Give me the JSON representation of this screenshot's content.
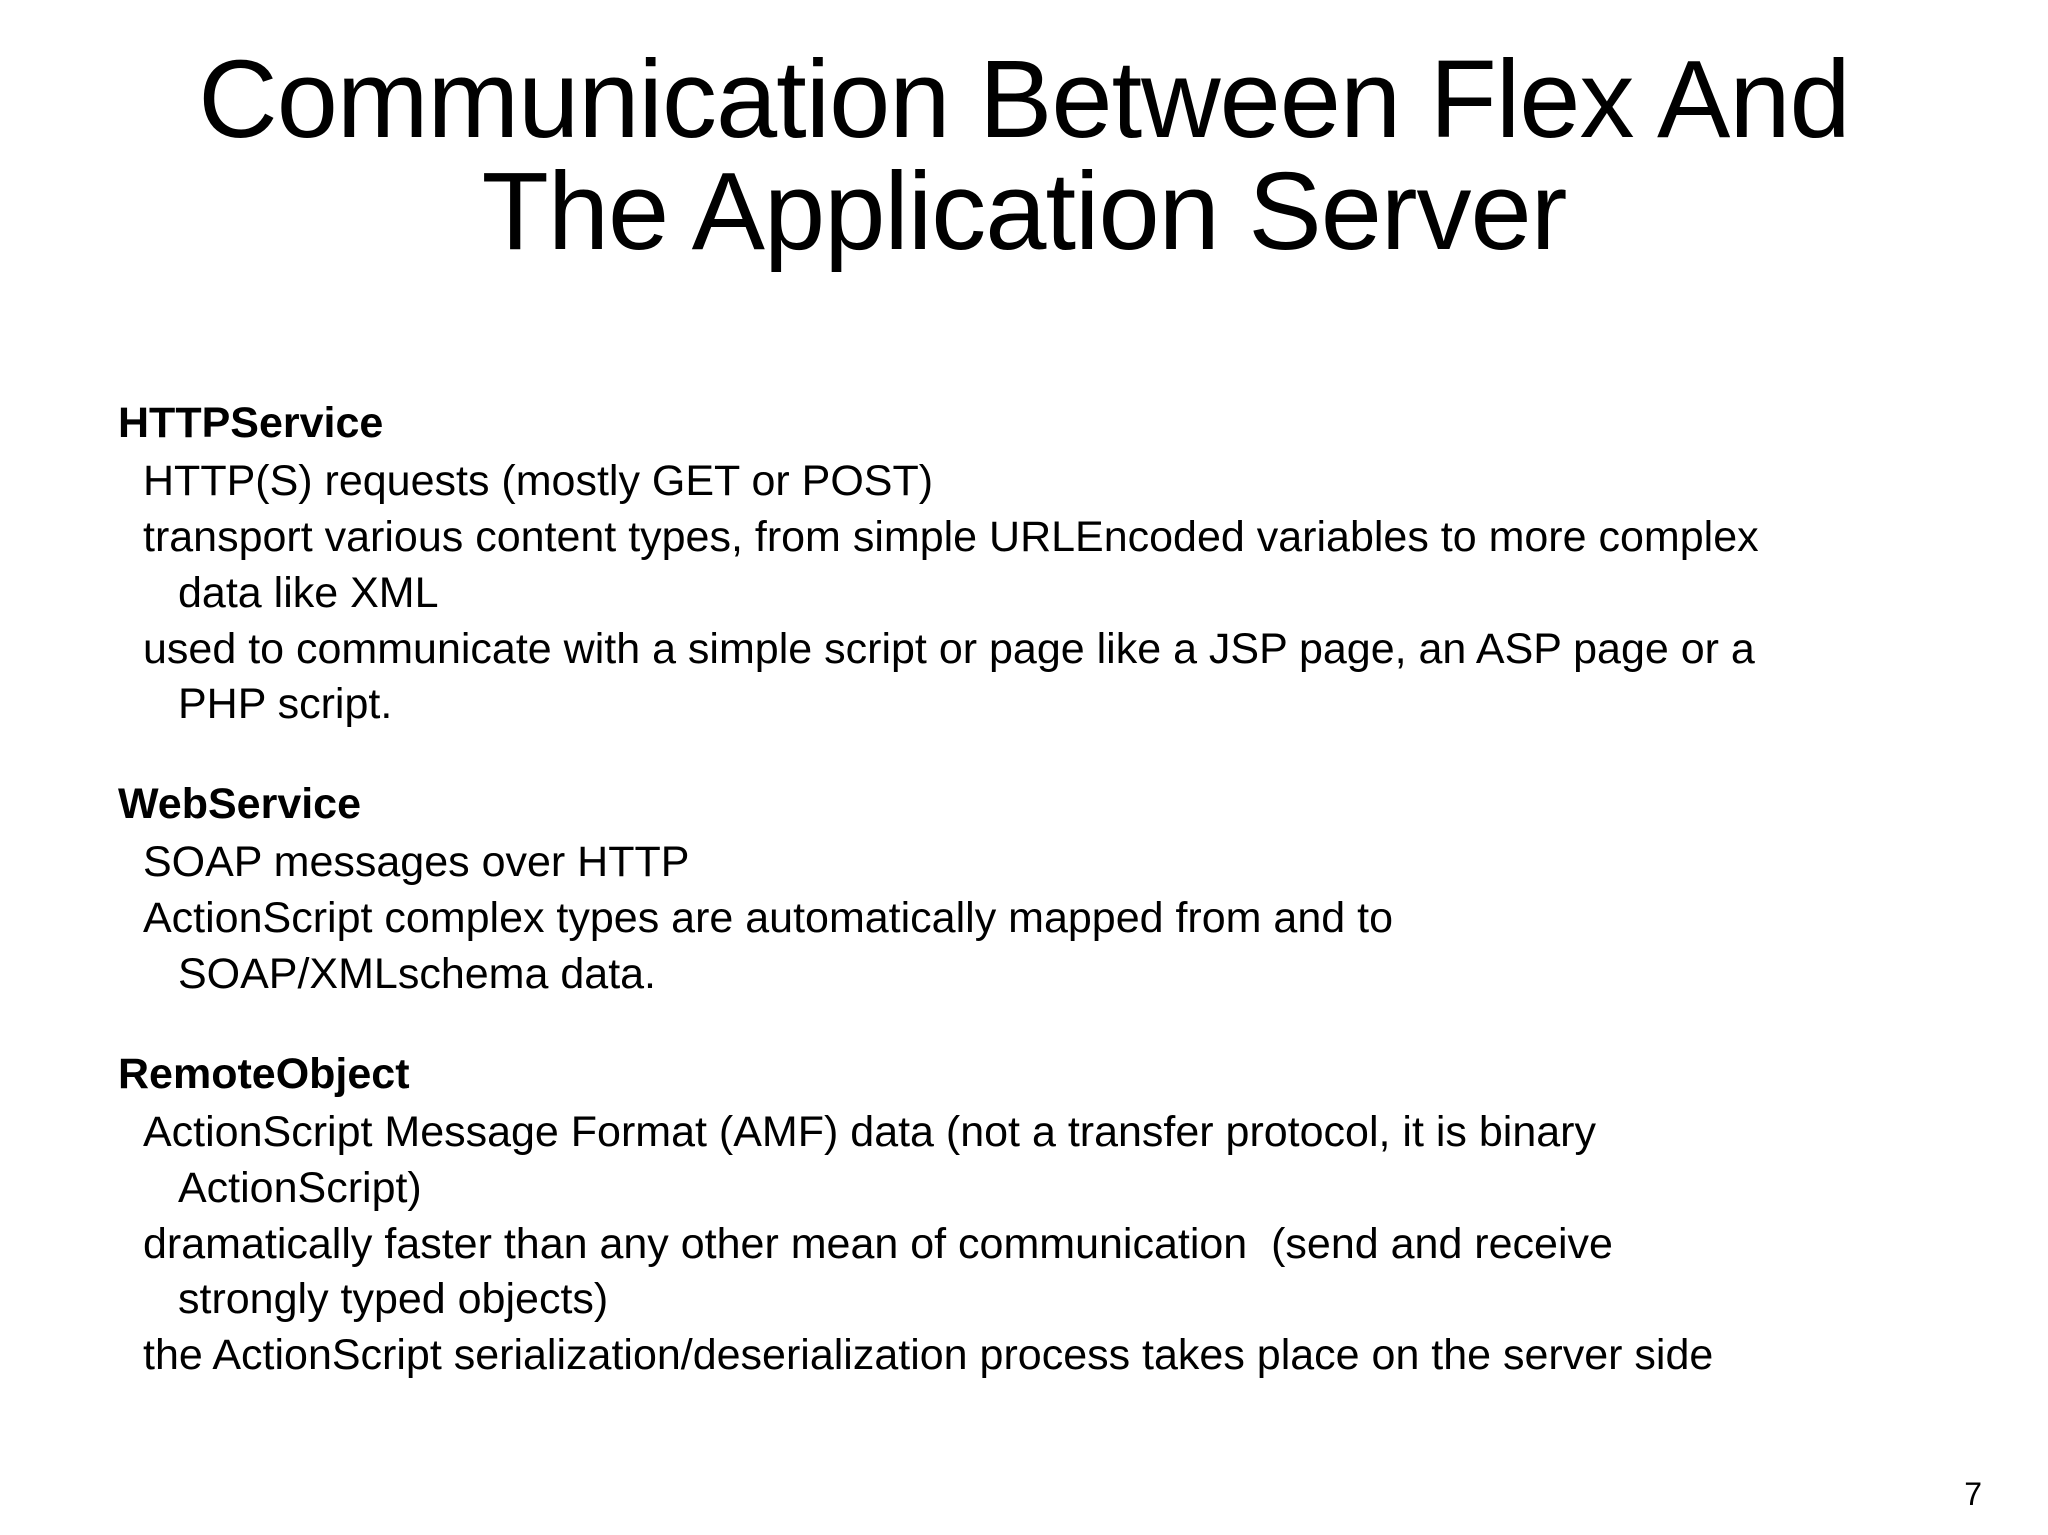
{
  "slide": {
    "title_lines": [
      "Communication Between Flex And",
      "The Application Server"
    ],
    "page_number": "7",
    "sections": [
      {
        "heading": "HTTPService",
        "lines": [
          {
            "text": "HTTP(S) requests (mostly GET or POST)",
            "wrap": false
          },
          {
            "text": "transport various content types, from simple URLEncoded variables to more complex",
            "wrap": false
          },
          {
            "text": "data like XML",
            "wrap": true
          },
          {
            "text": "used to communicate with a simple script or page like a JSP page, an ASP page or a",
            "wrap": false
          },
          {
            "text": "PHP script.",
            "wrap": true
          }
        ]
      },
      {
        "heading": "WebService",
        "lines": [
          {
            "text": "SOAP messages over HTTP",
            "wrap": false
          },
          {
            "text": "ActionScript complex types are automatically mapped from and to",
            "wrap": false
          },
          {
            "text": "SOAP/XMLschema data.",
            "wrap": true
          }
        ]
      },
      {
        "heading": "RemoteObject",
        "lines": [
          {
            "text": "ActionScript Message Format (AMF) data (not a transfer protocol, it is binary",
            "wrap": false
          },
          {
            "text": "ActionScript)",
            "wrap": true
          },
          {
            "text": "dramatically faster than any other mean of communication  (send and receive",
            "wrap": false
          },
          {
            "text": "strongly typed objects)",
            "wrap": true
          },
          {
            "text": "the ActionScript serialization/deserialization process takes place on the server side",
            "wrap": false
          }
        ]
      }
    ]
  }
}
